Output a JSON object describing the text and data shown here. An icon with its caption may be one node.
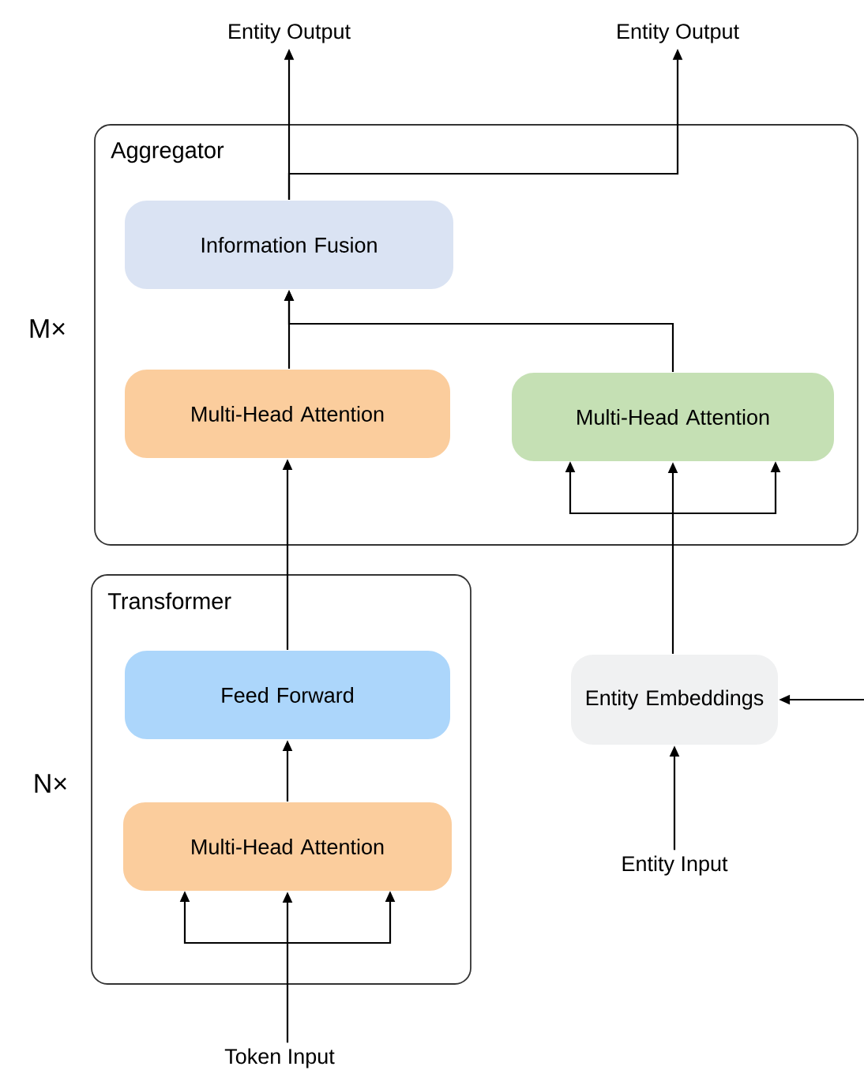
{
  "diagram": {
    "nodes": [
      {
        "text": [
          "Aggregator"
        ]
      },
      {
        "text": [
          "Information Fusion"
        ],
        "in": 0
      },
      {
        "text": [
          "Multi-Head Attention"
        ],
        "in": 0
      },
      {
        "text": [
          "Multi-Head Attention"
        ],
        "in": 0
      },
      {
        "text": [
          "Transformer"
        ]
      },
      {
        "text": [
          "Feed Forward"
        ],
        "in": 4
      },
      {
        "text": [
          "Multi-Head Attention"
        ],
        "in": 4
      },
      {
        "text": [
          "Entity Embeddings"
        ]
      },
      {
        "text": [
          "Entity Output"
        ]
      },
      {
        "text": [
          "Entity Output"
        ]
      },
      {
        "text": [
          "Token Input"
        ]
      },
      {
        "text": [
          "Entity Input"
        ]
      }
    ],
    "edges": [
      {
        "from": 1,
        "to": 8,
        "arrow": "to"
      },
      {
        "from": 1,
        "to": 9,
        "arrow": "to"
      },
      {
        "from": 2,
        "to": 1,
        "arrow": "to"
      },
      {
        "from": 3,
        "to": 1,
        "arrow": "to"
      },
      {
        "from": 5,
        "to": 2,
        "arrow": "to"
      },
      {
        "from": 6,
        "to": 5,
        "arrow": "to"
      },
      {
        "from": 10,
        "to": 6,
        "arrow": "to"
      },
      {
        "from": 7,
        "to": 3,
        "arrow": "to"
      },
      {
        "from": 11,
        "to": 7,
        "arrow": "to"
      },
      {
        "from": null,
        "to": 7,
        "arrow": "to"
      }
    ],
    "labels": [
      "M×",
      "N×"
    ]
  }
}
